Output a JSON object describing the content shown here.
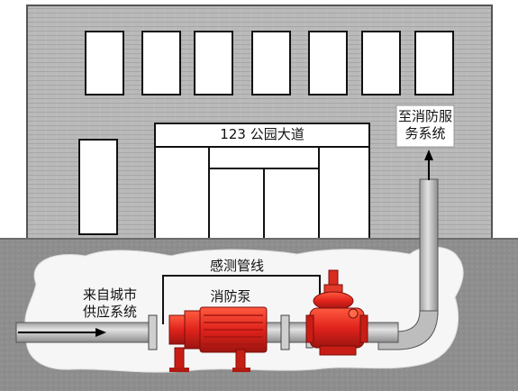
{
  "building": {
    "address": "123 公园大道"
  },
  "labels": {
    "to_fire_service": "至消防服务系统",
    "from_city_supply": "来自城市供应系统",
    "sensing_line": "感测管线",
    "fire_pump": "消防泵"
  },
  "colors": {
    "wall": "#b7b7b7",
    "ground": "#8f8f8f",
    "pit": "#f4f4f4",
    "pipe": "#bfbfbf",
    "pump": "#e0231c",
    "valve": "#d92b1f"
  }
}
